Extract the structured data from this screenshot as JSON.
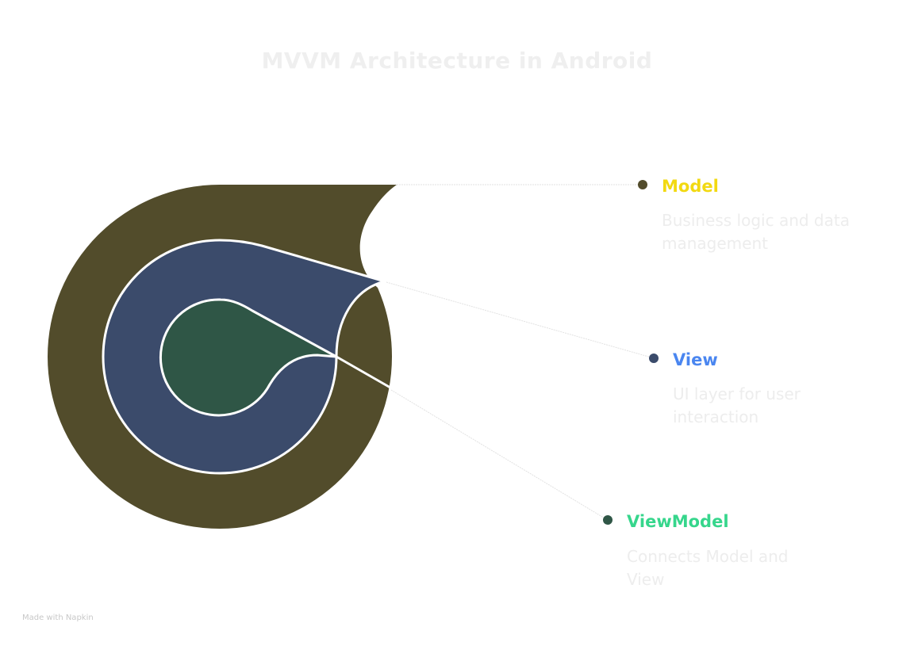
{
  "title": "MVVM Architecture in Android",
  "layers": [
    {
      "id": "model",
      "label": "Model",
      "description": "Business logic and data management",
      "label_color": "#f2d911",
      "fill_color": "#524c2b",
      "dot_color": "#524c2b"
    },
    {
      "id": "view",
      "label": "View",
      "description": "UI layer for user interaction",
      "label_color": "#4a86f0",
      "fill_color": "#3b4b6b",
      "dot_color": "#3b4b6b"
    },
    {
      "id": "viewmodel",
      "label": "ViewModel",
      "description": "Connects Model and View",
      "label_color": "#36d68c",
      "fill_color": "#2f5646",
      "dot_color": "#2f5646"
    }
  ],
  "colors": {
    "outline": "#ffffff",
    "connector": "#e2e2e2",
    "background": "#ffffff"
  },
  "footer": "Made with Napkin"
}
